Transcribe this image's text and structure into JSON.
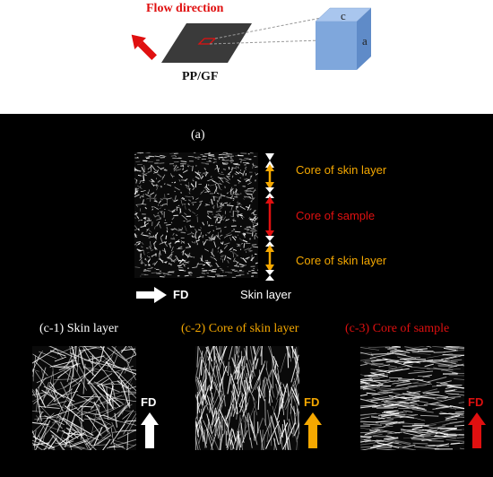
{
  "top": {
    "flow_direction_label": "Flow direction",
    "plate_label": "PP/GF",
    "cube_face_top": "c",
    "cube_face_side": "a"
  },
  "panel_a": {
    "title": "(a)",
    "bands": [
      {
        "label": "Core of skin layer",
        "color": "#f5a800"
      },
      {
        "label": "Core of sample",
        "color": "#e01010"
      },
      {
        "label": "Core of skin layer",
        "color": "#f5a800"
      }
    ],
    "fd_label": "FD",
    "skin_label": "Skin layer"
  },
  "panels_c": [
    {
      "title": "(c-1) Skin layer",
      "color": "#ffffff",
      "fd_label": "FD"
    },
    {
      "title": "(c-2) Core of skin layer",
      "color": "#f5a800",
      "fd_label": "FD"
    },
    {
      "title": "(c-3) Core of sample",
      "color": "#e01010",
      "fd_label": "FD"
    }
  ],
  "colors": {
    "red": "#e01010",
    "orange": "#f5a800",
    "white": "#ffffff",
    "cube": "#7fa7dc",
    "plate": "#3a3a3a"
  }
}
